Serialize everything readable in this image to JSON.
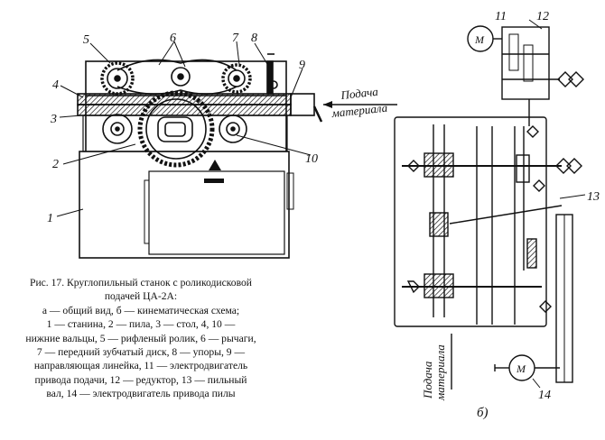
{
  "labels": {
    "n1": "1",
    "n2": "2",
    "n3": "3",
    "n4": "4",
    "n5": "5",
    "n6": "6",
    "n7": "7",
    "n8": "8",
    "n9": "9",
    "n10": "10",
    "n11": "11",
    "n12": "12",
    "n13": "13",
    "n14": "14",
    "m_upper": "M",
    "m_lower": "M",
    "feed_a_1": "Подача",
    "feed_a_2": "материала",
    "feed_b_1": "Подача",
    "feed_b_2": "материала",
    "part_b": "б)"
  },
  "caption": {
    "lines": [
      "Рис. 17. Круглопильный станок с роликодисковой",
      "подачей ЦА-2А:",
      "а — общий вид,  б — кинематическая    схема;",
      "1 — станина,  2 — пила,  3 — стол,  4,  10 —",
      "нижние вальцы, 5 — рифленый ролик, 6 — рычаги,",
      "7 — передний зубчатый диск, 8 — упоры, 9 —",
      "направляющая линейка,  11 — электродвигатель",
      "привода подачи,  12 — редуктор, 13 — пильный",
      "вал, 14 — электродвигатель  привода пилы"
    ]
  }
}
